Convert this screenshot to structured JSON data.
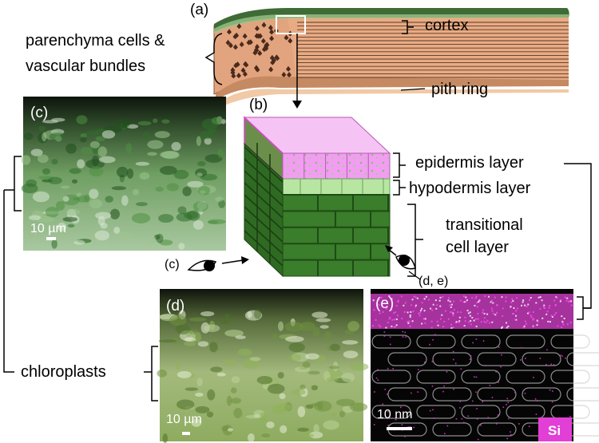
{
  "panels": {
    "a": "(a)",
    "b": "(b)",
    "c": "(c)",
    "d": "(d)",
    "e": "(e)"
  },
  "labels": {
    "cortex": "cortex",
    "parenchyma_line1": "parenchyma cells &",
    "parenchyma_line2": "vascular bundles",
    "pith_ring": "pith ring",
    "epidermis": "epidermis layer",
    "hypodermis": "hypodermis layer",
    "transitional_line1": "transitional",
    "transitional_line2": "cell layer",
    "chloroplasts": "chloroplasts",
    "view_c": "(c)",
    "view_de": "(d, e)"
  },
  "scale_bars": {
    "c": "10 µm",
    "d": "10 µm",
    "e": "10 nm"
  },
  "element_badge": "Si",
  "colors": {
    "cortex_green": "#3f6b36",
    "parenchyma": "#e2a47e",
    "pith": "#f1c9a6",
    "epidermis_pink": "#f19ef0",
    "epidermis_top": "#f6c3f5",
    "hypodermis": "#b8e6a2",
    "transitional": "#3a7d2a",
    "si_magenta": "#e23fd6"
  }
}
